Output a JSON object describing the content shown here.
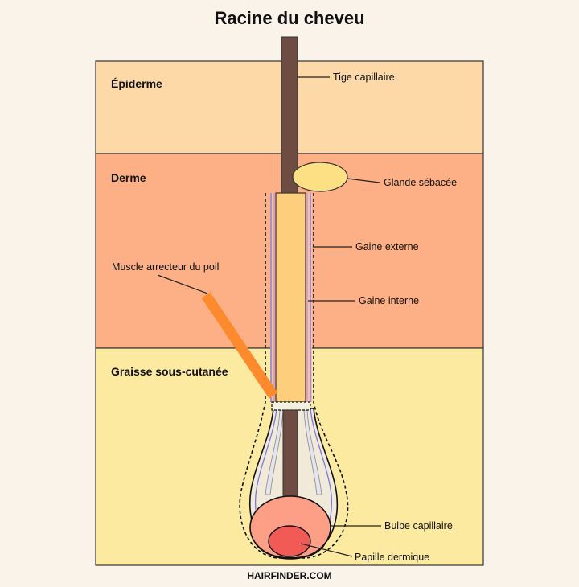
{
  "title": "Racine du cheveu",
  "footer": "HAIRFINDER.COM",
  "layers": {
    "epiderme": "Épiderme",
    "derme": "Derme",
    "graisse": "Graisse sous-cutanée"
  },
  "callouts": {
    "tige": "Tige capillaire",
    "glande": "Glande sébacée",
    "gaine_externe": "Gaine externe",
    "gaine_interne": "Gaine interne",
    "muscle": "Muscle arrecteur du poil",
    "bulbe": "Bulbe capillaire",
    "papille": "Papille dermique"
  },
  "colors": {
    "epiderme": "#fdd9a8",
    "derme": "#fdb085",
    "graisse": "#fdeaa1",
    "hair_shaft": "#6e4c42",
    "sheath": "#fdce7c",
    "gland": "#fde084",
    "muscle": "#fd8a2c",
    "bulb": "#fd9e87",
    "papilla": "#f25a55"
  }
}
